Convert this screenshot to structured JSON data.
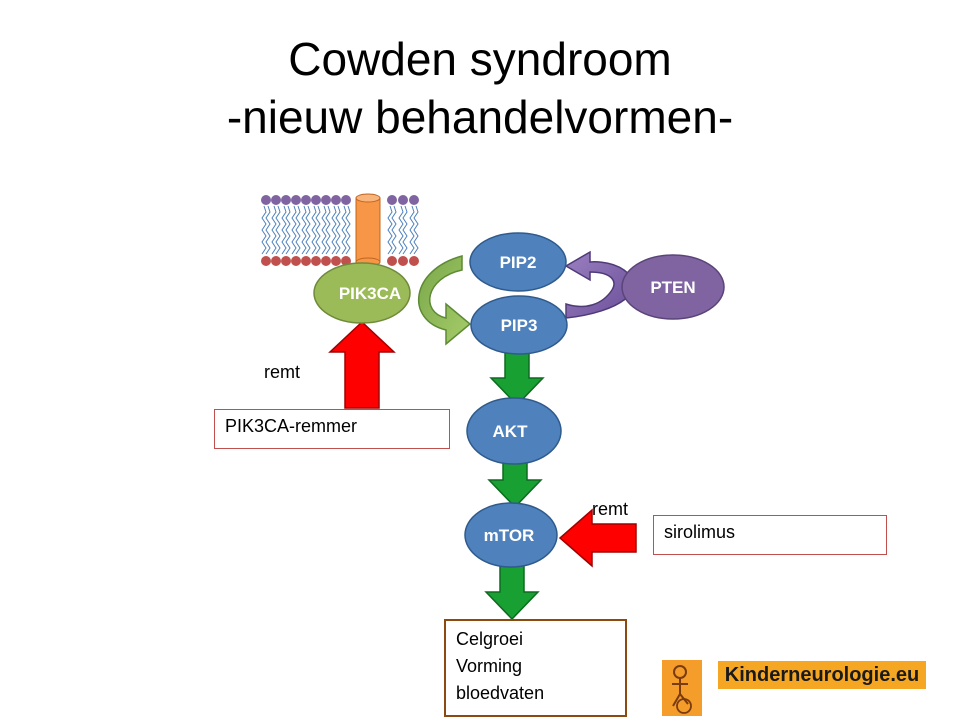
{
  "title": {
    "line1": "Cowden syndroom",
    "line2": "-nieuw behandelvormen-"
  },
  "nodes": {
    "pik3ca": "PIK3CA",
    "pip2": "PIP2",
    "pip3": "PIP3",
    "pten": "PTEN",
    "akt": "AKT",
    "mtor": "mTOR"
  },
  "inhibitors": {
    "pik3ca_inhibitor": {
      "label": "PIK3CA-remmer",
      "action": "remt"
    },
    "sirolimus": {
      "label": "sirolimus",
      "action": "remt"
    }
  },
  "outcome": {
    "line1": "Celgroei",
    "line2": "Vorming",
    "line3": "bloedvaten"
  },
  "logo": {
    "text": "Kinderneurologie.eu"
  },
  "colors": {
    "node_blue": "#4f81bd",
    "node_green": "#9bbb59",
    "node_purple": "#8064a2",
    "arrow_green": "#18a032",
    "arrow_red": "#ff0000",
    "logo_orange": "#f5a623",
    "receptor_orange": "#f79646"
  }
}
